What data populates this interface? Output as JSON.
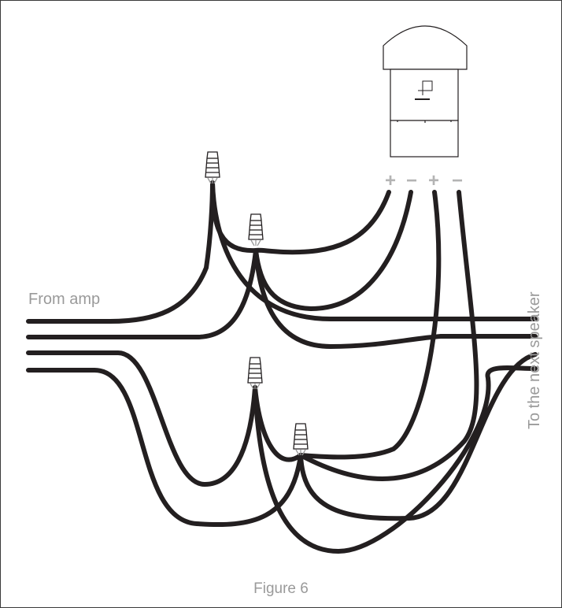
{
  "figure": {
    "caption": "Figure 6",
    "labels": {
      "from_amp": "From amp",
      "to_next_speaker": "To the next speaker"
    },
    "speaker_terminals": [
      "+",
      "−",
      "+",
      "−"
    ],
    "wire_nuts": 4,
    "colors": {
      "wire": "#231f20",
      "label_text": "#9a9a9a",
      "terminal_text": "#b4b4b4",
      "frame": "#3a3a3a"
    }
  }
}
